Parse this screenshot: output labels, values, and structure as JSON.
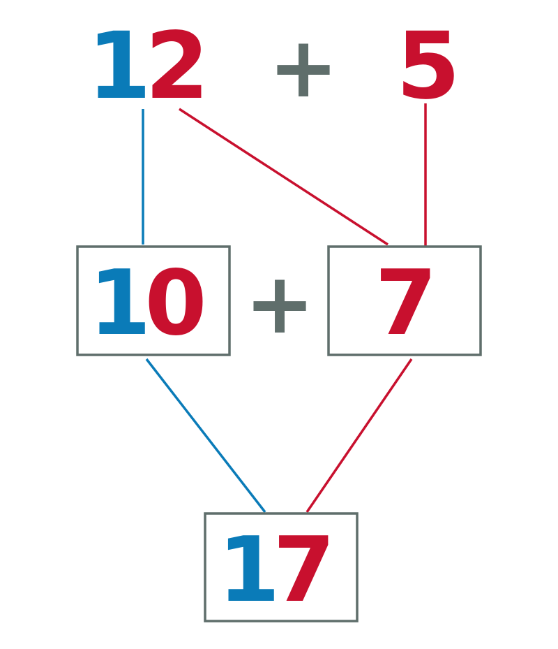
{
  "colors": {
    "tens": "#0a7bb8",
    "ones": "#c8102e",
    "operator": "#5f6e6b",
    "box": "#5f6e6b"
  },
  "top": {
    "a_tens": "1",
    "a_ones": "2",
    "plus": "+",
    "b": "5"
  },
  "middle": {
    "left_tens": "1",
    "left_ones": "0",
    "plus": "+",
    "right": "7"
  },
  "bottom": {
    "tens": "1",
    "ones": "7"
  }
}
